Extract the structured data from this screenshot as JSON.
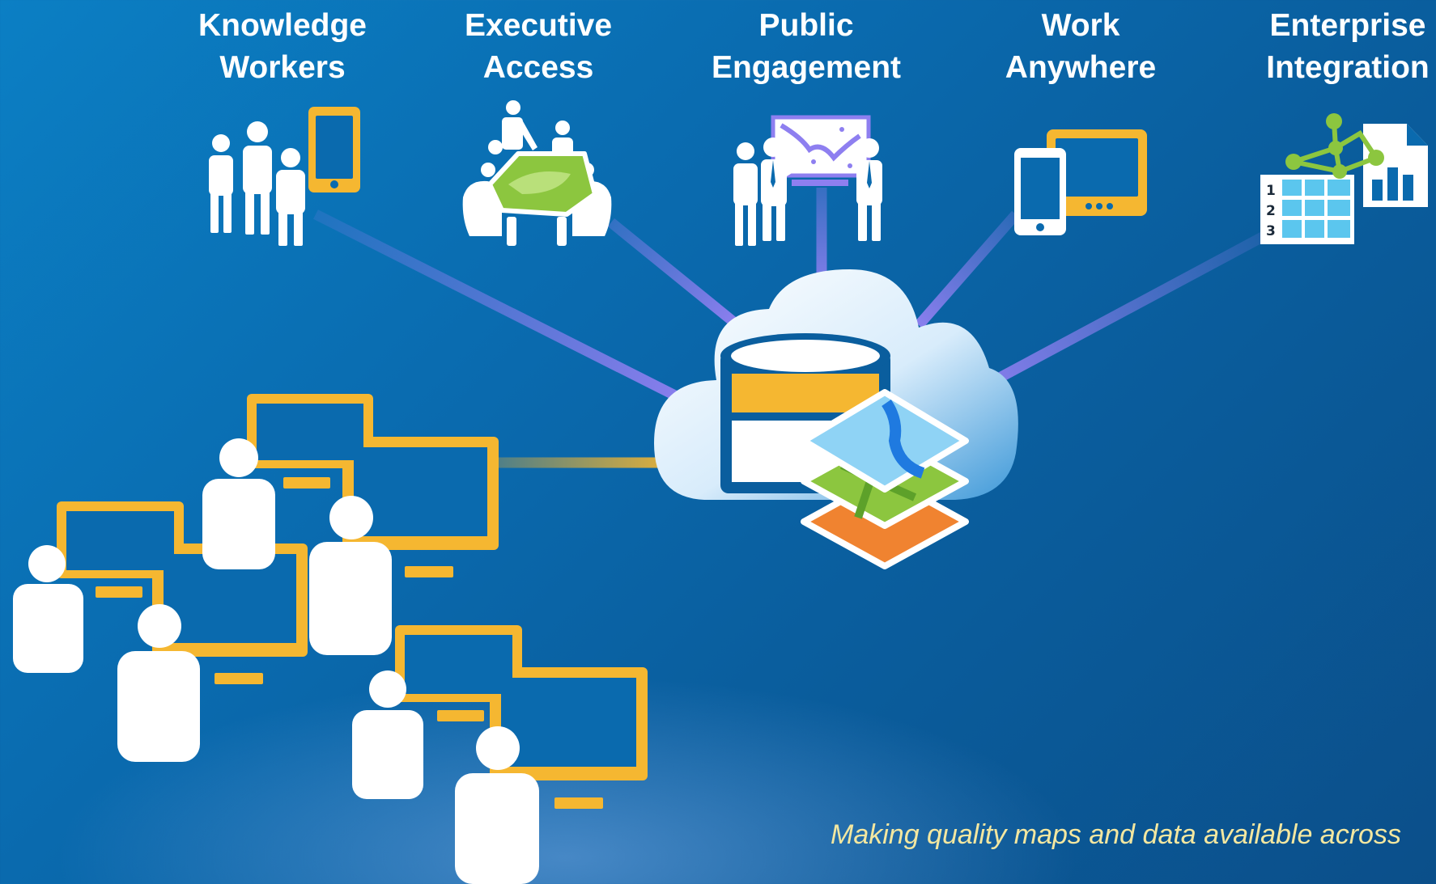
{
  "categories": [
    {
      "line1": "Knowledge",
      "line2": "Workers",
      "icon": "knowledge-workers-icon"
    },
    {
      "line1": "Executive",
      "line2": "Access",
      "icon": "executive-access-icon"
    },
    {
      "line1": "Public",
      "line2": "Engagement",
      "icon": "public-engagement-icon"
    },
    {
      "line1": "Work",
      "line2": "Anywhere",
      "icon": "work-anywhere-icon"
    },
    {
      "line1": "Enterprise",
      "line2": "Integration",
      "icon": "enterprise-integration-icon"
    }
  ],
  "hub_icon": "cloud-database-map-layers-icon",
  "desktop_group_icon": "desktop-users-icon",
  "caption": "Making quality maps and data available across",
  "colors": {
    "accent_gold": "#f5b731",
    "connector_purple": "#8e7ff0",
    "background_blue": "#0a6aae",
    "caption_yellow": "#f3e7a0"
  }
}
